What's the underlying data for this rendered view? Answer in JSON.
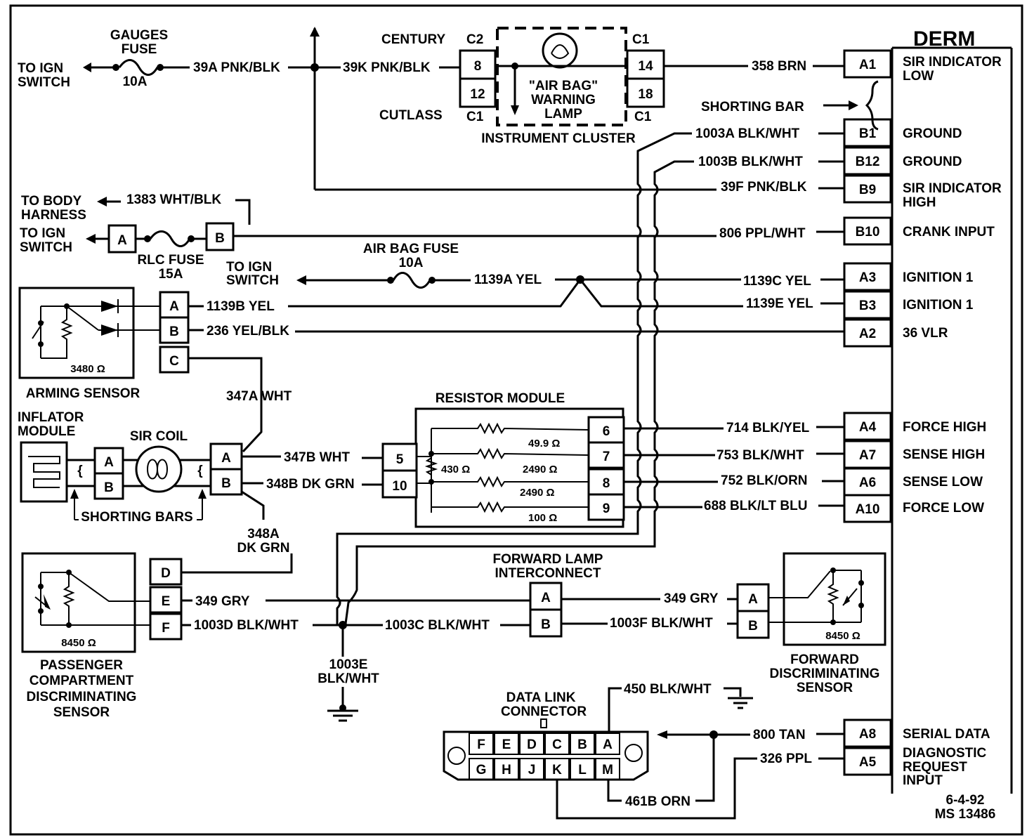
{
  "module": {
    "title": "DERM",
    "pins": [
      {
        "pin": "A1",
        "label1": "SIR INDICATOR",
        "label2": "LOW",
        "wire": "358 BRN"
      },
      {
        "pin": "B1",
        "label1": "GROUND",
        "label2": "",
        "wire": "1003A BLK/WHT"
      },
      {
        "pin": "B12",
        "label1": "GROUND",
        "label2": "",
        "wire": "1003B BLK/WHT"
      },
      {
        "pin": "B9",
        "label1": "SIR INDICATOR",
        "label2": "HIGH",
        "wire": "39F PNK/BLK"
      },
      {
        "pin": "B10",
        "label1": "CRANK INPUT",
        "label2": "",
        "wire": "806 PPL/WHT"
      },
      {
        "pin": "A3",
        "label1": "IGNITION 1",
        "label2": "",
        "wire": "1139C YEL"
      },
      {
        "pin": "B3",
        "label1": "IGNITION 1",
        "label2": "",
        "wire": "1139E YEL"
      },
      {
        "pin": "A2",
        "label1": "36 VLR",
        "label2": "",
        "wire": ""
      },
      {
        "pin": "A4",
        "label1": "FORCE HIGH",
        "label2": "",
        "wire": "714 BLK/YEL"
      },
      {
        "pin": "A7",
        "label1": "SENSE HIGH",
        "label2": "",
        "wire": "753 BLK/WHT"
      },
      {
        "pin": "A6",
        "label1": "SENSE LOW",
        "label2": "",
        "wire": "752 BLK/ORN"
      },
      {
        "pin": "A10",
        "label1": "FORCE LOW",
        "label2": "",
        "wire": "688 BLK/LT BLU"
      },
      {
        "pin": "A8",
        "label1": "SERIAL DATA",
        "label2": "",
        "wire": "800 TAN"
      },
      {
        "pin": "A5",
        "label1": "DIAGNOSTIC",
        "label2": "REQUEST",
        "label3": "INPUT",
        "wire": "326 PPL"
      }
    ],
    "shorting_bar": "SHORTING BAR"
  },
  "gauges_fuse": {
    "label1": "GAUGES",
    "label2": "FUSE",
    "rating": "10A",
    "to_label1": "TO IGN",
    "to_label2": "SWITCH",
    "wire": "39A PNK/BLK"
  },
  "cluster": {
    "wire_in": "39K PNK/BLK",
    "century": "CENTURY",
    "cutlass": "CUTLASS",
    "c2": "C2",
    "c1": "C1",
    "pin_top_left": "8",
    "pin_bot_left": "12",
    "pin_top_right": "14",
    "pin_bot_right": "18",
    "lamp1": "\"AIR BAG\"",
    "lamp2": "WARNING",
    "lamp3": "LAMP",
    "caption": "INSTRUMENT CLUSTER"
  },
  "rlc": {
    "body1": "TO BODY",
    "body2": "HARNESS",
    "wire_body": "1383 WHT/BLK",
    "ign1": "TO IGN",
    "ign2": "SWITCH",
    "pin_a": "A",
    "pin_b": "B",
    "fuse1": "RLC FUSE",
    "fuse2": "15A"
  },
  "airbag_fuse": {
    "label1": "AIR BAG FUSE",
    "label2": "10A",
    "to1": "TO IGN",
    "to2": "SWITCH",
    "wire": "1139A YEL"
  },
  "arming": {
    "caption": "ARMING SENSOR",
    "resistance": "3480 Ω",
    "pin_a": "A",
    "pin_b": "B",
    "pin_c": "C",
    "wire_a": "1139B YEL",
    "wire_b": "236 YEL/BLK",
    "wire_c": "347A WHT"
  },
  "inflator": {
    "caption1": "INFLATOR",
    "caption2": "MODULE",
    "coil": "SIR COIL",
    "pin_a": "A",
    "pin_b": "B",
    "shorting": "SHORTING BARS",
    "wire_a": "347B WHT",
    "wire_b": "348B DK GRN",
    "wire_b2_1": "348A",
    "wire_b2_2": "DK GRN"
  },
  "resistor": {
    "caption": "RESISTOR MODULE",
    "pins_left": [
      "5",
      "10"
    ],
    "pins_right": [
      "6",
      "7",
      "8",
      "9"
    ],
    "r_center": "430 Ω",
    "values": [
      "49.9 Ω",
      "2490 Ω",
      "2490 Ω",
      "100 Ω"
    ]
  },
  "passenger": {
    "caption": [
      "PASSENGER",
      "COMPARTMENT",
      "DISCRIMINATING",
      "SENSOR"
    ],
    "resistance": "8450 Ω",
    "pins": [
      "D",
      "E",
      "F"
    ],
    "wire_e": "349 GRY",
    "wire_f": "1003D BLK/WHT"
  },
  "ground": {
    "label1": "1003E",
    "label2": "BLK/WHT",
    "wire_c": "1003C BLK/WHT"
  },
  "lamp_interconnect": {
    "label1": "FORWARD LAMP",
    "label2": "INTERCONNECT",
    "pin_a": "A",
    "pin_b": "B"
  },
  "forward": {
    "caption": [
      "FORWARD",
      "DISCRIMINATING",
      "SENSOR"
    ],
    "resistance": "8450 Ω",
    "pin_a": "A",
    "pin_b": "B",
    "wire_a": "349 GRY",
    "wire_b": "1003F BLK/WHT"
  },
  "dlc": {
    "label1": "DATA LINK",
    "label2": "CONNECTOR",
    "top": [
      "F",
      "E",
      "D",
      "C",
      "B",
      "A"
    ],
    "bottom": [
      "G",
      "H",
      "J",
      "K",
      "L",
      "M"
    ],
    "wire_a": "450 BLK/WHT",
    "wire_m": "461B ORN"
  },
  "footer": {
    "date": "6-4-92",
    "code": "MS 13486"
  }
}
